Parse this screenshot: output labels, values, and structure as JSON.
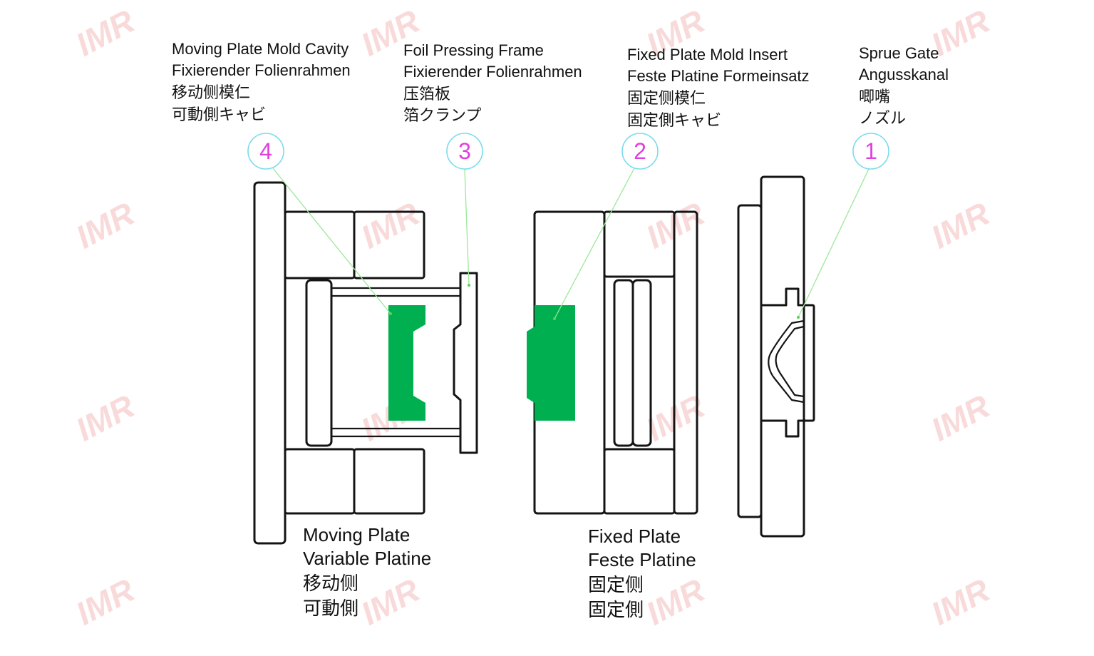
{
  "watermark": {
    "text": "IMR"
  },
  "colors": {
    "outline": "#141414",
    "green": "#00b050",
    "leader": "#9be89b",
    "circle": "#79dcec",
    "number": "#e040e0",
    "watermark": "#e85a5a"
  },
  "callouts": [
    {
      "number": "4",
      "lines": [
        "Moving Plate Mold Cavity",
        "Fixierender Folienrahmen",
        "移动侧模仁",
        "可動側キャビ"
      ]
    },
    {
      "number": "3",
      "lines": [
        "Foil Pressing Frame",
        "Fixierender Folienrahmen",
        "压箔板",
        "箔クランプ"
      ]
    },
    {
      "number": "2",
      "lines": [
        "Fixed Plate Mold Insert",
        "Feste Platine Formeinsatz",
        "固定侧模仁",
        "固定側キャビ"
      ]
    },
    {
      "number": "1",
      "lines": [
        "Sprue Gate",
        "Angusskanal",
        "唧嘴",
        "ノズル"
      ]
    }
  ],
  "plate_labels": [
    {
      "lines": [
        "Moving Plate",
        "Variable Platine",
        "移动侧",
        "可動側"
      ]
    },
    {
      "lines": [
        "Fixed Plate",
        "Feste Platine",
        "固定侧",
        "固定側"
      ]
    }
  ]
}
